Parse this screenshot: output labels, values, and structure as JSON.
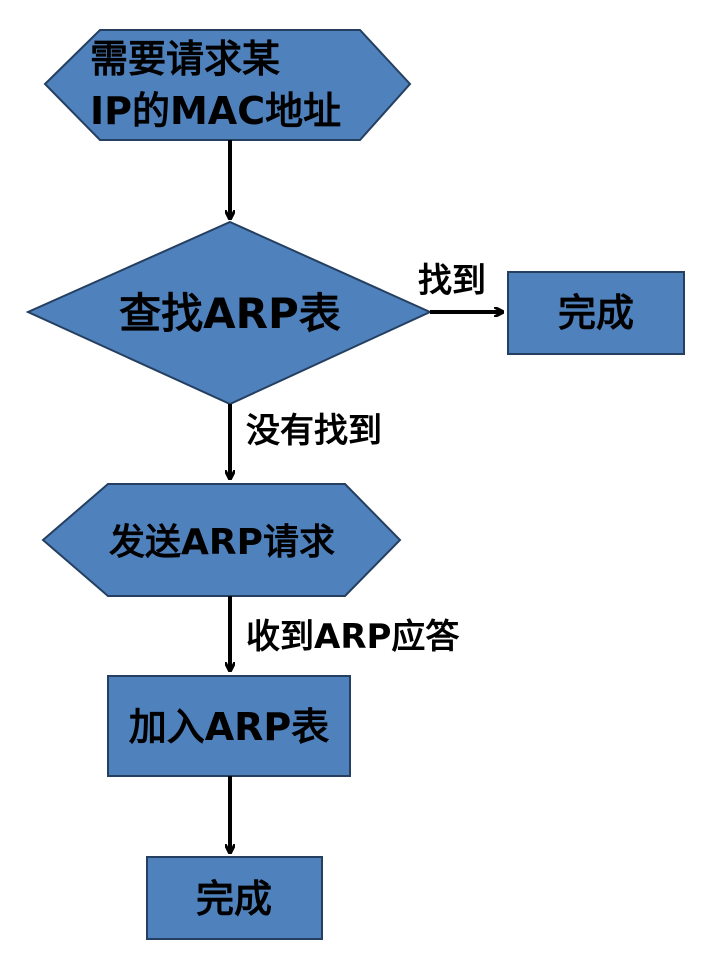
{
  "nodes": {
    "start_line1": "需要请求某",
    "start_line2": "IP的MAC地址",
    "lookup": "查找ARP表",
    "done_right": "完成",
    "send_request": "发送ARP请求",
    "add_table": "加入ARP表",
    "done_bottom": "完成"
  },
  "edges": {
    "found": "找到",
    "not_found": "没有找到",
    "got_reply": "收到ARP应答"
  },
  "colors": {
    "fill": "#4f81bd",
    "stroke": "#243f60"
  }
}
